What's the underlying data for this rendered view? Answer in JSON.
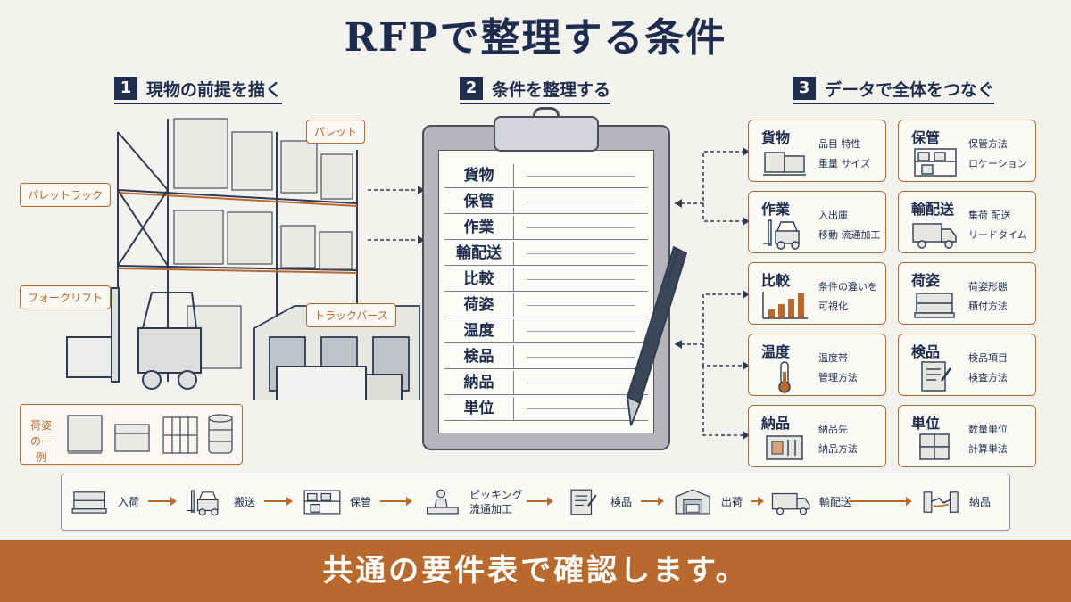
{
  "title": "RFPで整理する条件",
  "sections": [
    {
      "num": "1",
      "label": "現物の前提を描く"
    },
    {
      "num": "2",
      "label": "条件を整理する"
    },
    {
      "num": "3",
      "label": "データで全体をつなぐ"
    }
  ],
  "callouts": {
    "pallet": "パレット",
    "pallet_rack": "パレットラック",
    "forklift": "フォークリフト",
    "truck_berth": "トラックバース"
  },
  "packing_example": {
    "label_line1": "荷姿",
    "label_line2": "の一例"
  },
  "clipboard_items": [
    "貨物",
    "保管",
    "作業",
    "輸配送",
    "比較",
    "荷姿",
    "温度",
    "検品",
    "納品",
    "単位"
  ],
  "cards": [
    {
      "title": "貨物",
      "desc1": "品目 特性",
      "desc2": "重量 サイズ",
      "icon": "boxes-icon"
    },
    {
      "title": "保管",
      "desc1": "保管方法",
      "desc2": "ロケーション",
      "icon": "rack-icon"
    },
    {
      "title": "作業",
      "desc1": "入出庫",
      "desc2": "移動 流通加工",
      "icon": "forklift-icon"
    },
    {
      "title": "輸配送",
      "desc1": "集荷 配送",
      "desc2": "リードタイム",
      "icon": "truck-icon"
    },
    {
      "title": "比較",
      "desc1": "条件の違いを",
      "desc2": "可視化",
      "icon": "bar-chart-icon"
    },
    {
      "title": "荷姿",
      "desc1": "荷姿形態",
      "desc2": "積付方法",
      "icon": "pallet-icon"
    },
    {
      "title": "温度",
      "desc1": "温度帯",
      "desc2": "管理方法",
      "icon": "thermometer-icon"
    },
    {
      "title": "検品",
      "desc1": "検品項目",
      "desc2": "検査方法",
      "icon": "checklist-icon"
    },
    {
      "title": "納品",
      "desc1": "納品先",
      "desc2": "納品方法",
      "icon": "container-icon"
    },
    {
      "title": "単位",
      "desc1": "数量単位",
      "desc2": "計算単法",
      "icon": "cube-stack-icon"
    }
  ],
  "flow": [
    {
      "label": "入荷",
      "label2": "",
      "icon": "pallet-icon"
    },
    {
      "label": "搬送",
      "label2": "",
      "icon": "forklift-icon"
    },
    {
      "label": "保管",
      "label2": "",
      "icon": "rack-icon"
    },
    {
      "label": "ピッキング",
      "label2": "流通加工",
      "icon": "worker-icon"
    },
    {
      "label": "検品",
      "label2": "",
      "icon": "checklist-icon"
    },
    {
      "label": "出荷",
      "label2": "",
      "icon": "dock-icon"
    },
    {
      "label": "輸配送",
      "label2": "",
      "icon": "truck-icon"
    },
    {
      "label": "納品",
      "label2": "",
      "icon": "handshake-icon"
    }
  ],
  "banner": "共通の要件表で確認します。"
}
